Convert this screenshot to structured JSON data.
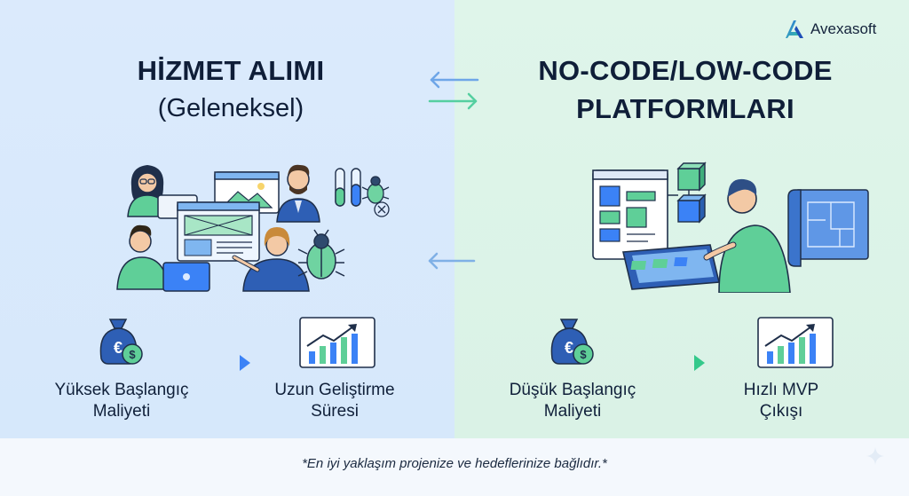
{
  "brand": {
    "name": "Avexasoft",
    "logo_icon": "avexasoft-logo-icon"
  },
  "left": {
    "title": "HİZMET ALIMI",
    "subtitle": "(Geleneksel)",
    "cost_label_line1": "Yüksek Başlangıç",
    "cost_label_line2": "Maliyeti",
    "time_label_line1": "Uzun Geliştirme",
    "time_label_line2": "Süresi",
    "background_color": "#dbeafc",
    "accent_color": "#3b82f6"
  },
  "right": {
    "title_line1": "NO-CODE/LOW-CODE",
    "title_line2": "PLATFORMLARI",
    "cost_label_line1": "Düşük Başlangıç",
    "cost_label_line2": "Maliyeti",
    "time_label_line1": "Hızlı MVP",
    "time_label_line2": "Çıkışı",
    "background_color": "#dff5ea",
    "accent_color": "#34c98b"
  },
  "footnote": "*En iyi yaklaşım projenize ve hedeflerinize bağlıdır.*",
  "icons": [
    "money-bag-icon",
    "growth-chart-icon",
    "arrow-right-icon",
    "exchange-arrows-icon",
    "team-illustration-icon",
    "bug-icon",
    "test-tube-icon",
    "builder-illustration-icon",
    "blueprint-icon",
    "sparkle-icon"
  ]
}
